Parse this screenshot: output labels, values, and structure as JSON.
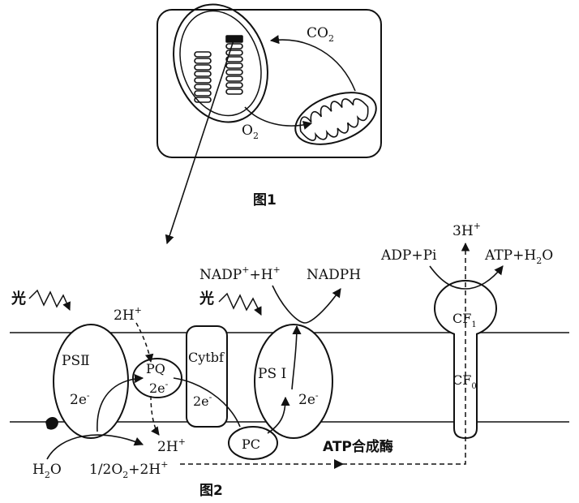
{
  "figure1": {
    "caption": "图1",
    "co2": "CO",
    "co2_sub": "2",
    "o2": "O",
    "o2_sub": "2"
  },
  "figure2": {
    "caption": "图2",
    "light_left": "光",
    "light_right": "光",
    "h_top_left": "2H",
    "h_top_left_sup": "+",
    "psii": "PSⅡ",
    "psii_e": "2e",
    "pq": "PQ",
    "pq_e": "2e",
    "cytbf": "Cytbf",
    "cytbf_e": "2e",
    "psi": "PS Ⅰ",
    "psi_e": "2e",
    "pc": "PC",
    "nadp_in": "NADP",
    "nadp_in_rest": "+H",
    "nadph": "NADPH",
    "h2o": "H",
    "h2o_sub": "2",
    "h2o_rest": "O",
    "o2_products": "1/2O",
    "o2_products_sub": "2",
    "o2_products_rest": "+2H",
    "h_bottom": "2H",
    "atp_synthase": "ATP合成酶",
    "h3_top": "3H",
    "adp_pi": "ADP+Pi",
    "atp_h2o": "ATP+H",
    "atp_h2o_sub": "2",
    "atp_h2o_rest": "O",
    "cf1": "CF",
    "cf1_sub": "1",
    "cf0": "CF",
    "cf0_sub": "0",
    "sup_plus": "+",
    "sup_minus": "-"
  }
}
